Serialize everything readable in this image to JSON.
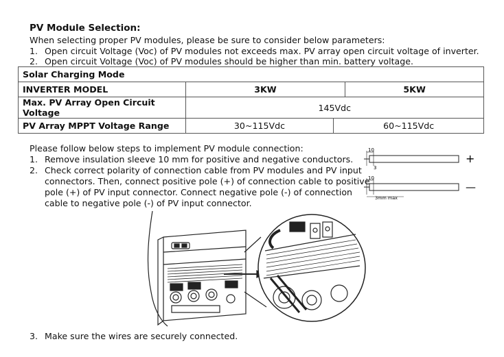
{
  "doc": {
    "title": "PV Module Selection:",
    "intro": "When selecting proper PV modules, please be sure to consider below parameters:",
    "params": [
      {
        "num": "1.",
        "text": "Open circuit Voltage (Voc) of PV modules not exceeds max. PV array open circuit voltage of inverter."
      },
      {
        "num": "2.",
        "text": "Open circuit Voltage (Voc) of PV modules should be higher than min. battery voltage."
      }
    ]
  },
  "table": {
    "heading": "Solar Charging Mode",
    "model_label": "INVERTER MODEL",
    "model_3": "3KW",
    "model_5": "5KW",
    "row1_label": "Max. PV Array Open Circuit Voltage",
    "row1_value": "145Vdc",
    "row2_label": "PV Array MPPT Voltage Range",
    "row2_3": "30~115Vdc",
    "row2_5": "60~115Vdc"
  },
  "steps": {
    "intro": "Please follow below steps to implement PV module connection:",
    "items": [
      {
        "num": "1.",
        "lines": [
          "Remove insulation sleeve 10 mm for positive and negative conductors."
        ]
      },
      {
        "num": "2.",
        "lines": [
          "Check correct polarity of connection cable from PV modules and PV input",
          "connectors. Then, connect positive pole (+) of connection cable to positive",
          "pole (+) of PV input connector. Connect negative pole (-) of connection",
          "cable to negative pole (-) of PV input connector."
        ]
      }
    ],
    "step3_num": "3.",
    "step3_text": "Make sure the wires are securely connected."
  },
  "cable_diagram": {
    "top_dim": "10",
    "top_side": "3",
    "bottom_dim": "10",
    "bottom_side": "3mm max",
    "plus": "+",
    "minus": "—"
  }
}
